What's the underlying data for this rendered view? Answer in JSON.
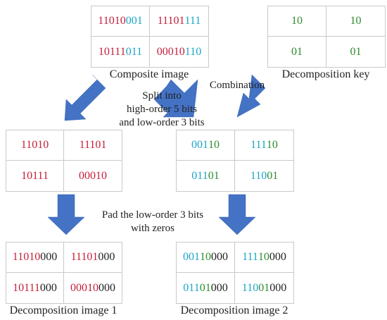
{
  "colors": {
    "red": "#c41e3a",
    "cyan": "#1aa5c9",
    "green": "#2e8b2e",
    "arrow": "#4472c4"
  },
  "composite": {
    "label": "Composite image",
    "cells": [
      {
        "hi": "11010",
        "lo": "001"
      },
      {
        "hi": "11101",
        "lo": "111"
      },
      {
        "hi": "10111",
        "lo": "011"
      },
      {
        "hi": "00010",
        "lo": "110"
      }
    ]
  },
  "key": {
    "label": "Decomposition key",
    "cells": [
      "10",
      "10",
      "01",
      "01"
    ]
  },
  "split_note": {
    "line1": "Split into",
    "line2": "high-order 5 bits",
    "line3": "and low-order 3 bits"
  },
  "combination_label": "Combination",
  "high": {
    "cells": [
      "11010",
      "11101",
      "10111",
      "00010"
    ]
  },
  "low": {
    "cells": [
      {
        "a": "001",
        "b": "10"
      },
      {
        "a": "111",
        "b": "10"
      },
      {
        "a": "011",
        "b": "01"
      },
      {
        "a": "110",
        "b": "01"
      }
    ]
  },
  "pad_note": {
    "line1": "Pad the low-order 3 bits",
    "line2": "with zeros"
  },
  "decomp1": {
    "label": "Decomposition image 1",
    "cells": [
      {
        "hi": "11010",
        "zeros": "000"
      },
      {
        "hi": "11101",
        "zeros": "000"
      },
      {
        "hi": "10111",
        "zeros": "000"
      },
      {
        "hi": "00010",
        "zeros": "000"
      }
    ]
  },
  "decomp2": {
    "label": "Decomposition image 2",
    "cells": [
      {
        "a": "001",
        "b": "10",
        "zeros": "000"
      },
      {
        "a": "111",
        "b": "10",
        "zeros": "000"
      },
      {
        "a": "011",
        "b": "01",
        "zeros": "000"
      },
      {
        "a": "110",
        "b": "01",
        "zeros": "000"
      }
    ]
  }
}
